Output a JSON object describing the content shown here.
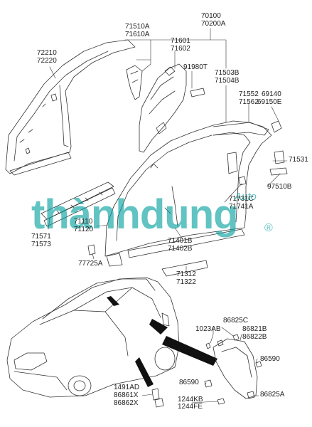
{
  "labels": {
    "p70100": "70100",
    "p70200a": "70200A",
    "p71510a": "71510A",
    "p71610a": "71610A",
    "p72210": "72210",
    "p72220": "72220",
    "p71601": "71601",
    "p71602": "71602",
    "p91980t": "91980T",
    "p71503b": "71503B",
    "p71504b": "71504B",
    "p71552": "71552",
    "p71562": "71562",
    "p69140": "69140",
    "p69150e": "69150E",
    "p71531": "71531",
    "p97510b": "97510B",
    "p71731c": "71731C",
    "p71741a": "71741A",
    "p71110": "71110",
    "p71120": "71120",
    "p71571": "71571",
    "p71573": "71573",
    "p71401b": "71401B",
    "p71402b": "71402B",
    "p77725a": "77725A",
    "p71312": "71312",
    "p71322": "71322",
    "p86825c": "86825C",
    "p1023ab": "1023AB",
    "p86821b": "86821B",
    "p86822b": "86822B",
    "p86590a": "86590",
    "p86590b": "86590",
    "p1491ad": "1491AD",
    "p86861x": "86861X",
    "p86862x": "86862X",
    "p1244kb": "1244KB",
    "p1244fe": "1244FE",
    "p86825a": "86825A"
  },
  "watermark": {
    "main": "thànhdung",
    "sub": "Auto",
    "reg": "®"
  },
  "colors": {
    "line": "#333333",
    "watermark": "#009e9c"
  }
}
